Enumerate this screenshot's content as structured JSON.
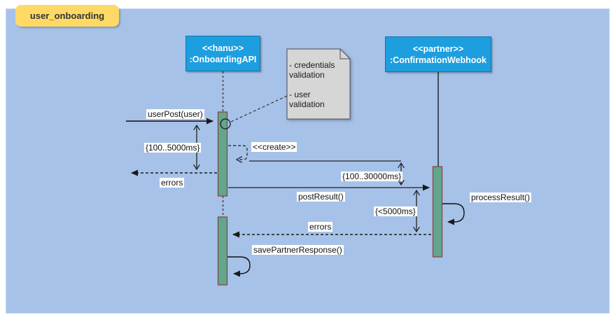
{
  "diagram": {
    "title": "user_onboarding"
  },
  "lifelines": [
    {
      "stereotype": "<<hanu>>",
      "name": ":OnboardingAPI"
    },
    {
      "stereotype": "<<partner>>",
      "name": ":ConfirmationWebhook"
    }
  ],
  "note": {
    "lines": [
      "- credentials validation",
      "- user validation"
    ]
  },
  "messages": {
    "user_post": "userPost(user)",
    "errors_to_caller": "errors",
    "create": "<<create>>",
    "post_result": "postResult()",
    "process_result": "processResult()",
    "errors_from_webhook": "errors",
    "save_partner_response": "savePartnerResponse()"
  },
  "constraints": {
    "user_post_window": "{100..5000ms}",
    "create_window": "{100..30000ms}",
    "process_window": "{<5000ms}"
  },
  "colors": {
    "canvas_background": "#a7c2e8",
    "title_tab": "#ffd966",
    "lifeline_head": "#1d9ede",
    "activation_fill": "#61a78d",
    "activation_border": "#8c4545",
    "note_fill": "#d6d6d6"
  }
}
